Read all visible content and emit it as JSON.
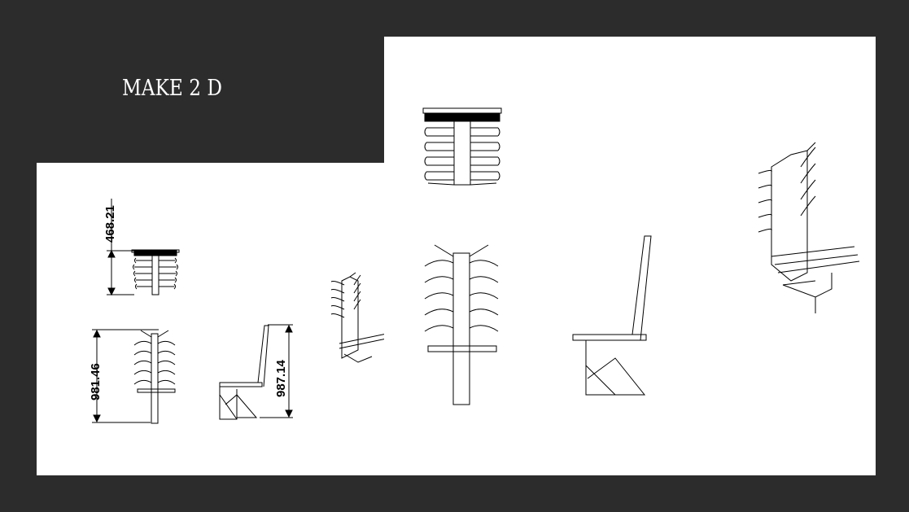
{
  "slide": {
    "title": "MAKE 2 D"
  },
  "dimensions": {
    "top_view_height": "468.21",
    "front_view_height": "981.46",
    "side_view_height": "987.14"
  }
}
